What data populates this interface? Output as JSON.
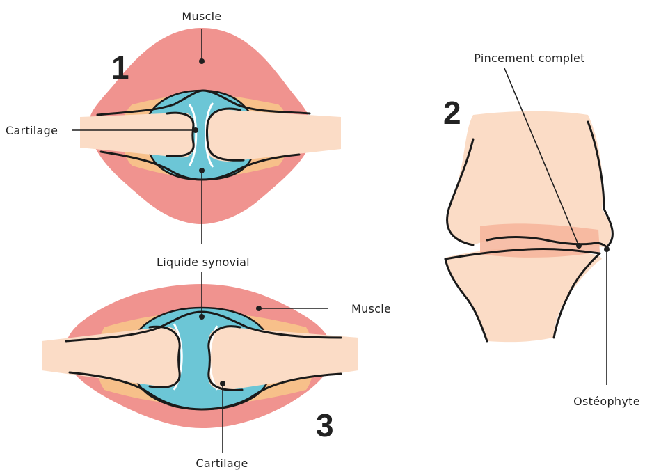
{
  "panel_1": {
    "number": "1",
    "labels": {
      "muscle": "Muscle",
      "cartilage": "Cartilage",
      "synovial_fluid": "Liquide synovial"
    }
  },
  "panel_2": {
    "number": "2",
    "labels": {
      "complete_pinching": "Pincement complet",
      "osteophyte": "Ostéophyte"
    }
  },
  "panel_3": {
    "number": "3",
    "labels": {
      "muscle": "Muscle",
      "cartilage": "Cartilage"
    }
  },
  "colors": {
    "muscle": "#f0938f",
    "fat": "#f7c08a",
    "bone": "#fbdcc6",
    "synovial_fluid": "#6cc6d6",
    "cartilage_highlight": "#ffffff",
    "pinch_zone": "#f6b49a",
    "outline": "#1a1a1a"
  }
}
